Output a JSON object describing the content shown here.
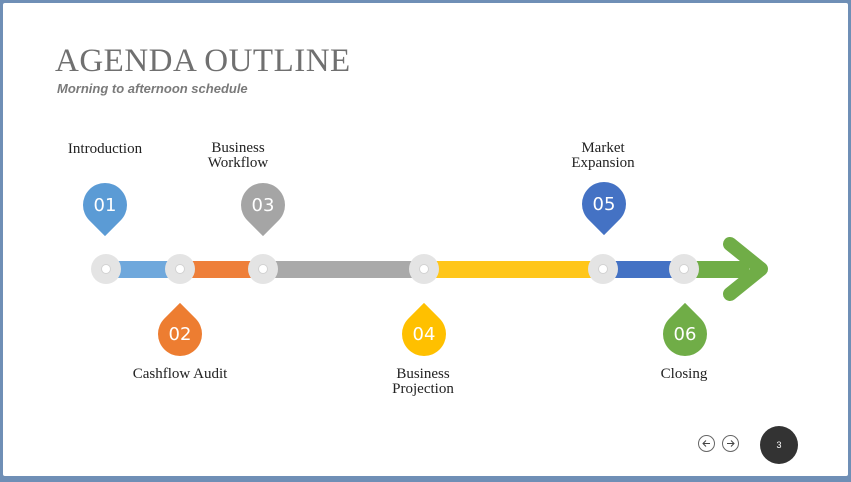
{
  "slide": {
    "title": "AGENDA OUTLINE",
    "subtitle": "Morning to afternoon schedule",
    "page_number": "3"
  },
  "colors": {
    "step1": "#5b9bd5",
    "step2": "#ed7d31",
    "step3": "#a5a5a5",
    "step4": "#ffc000",
    "step5": "#4472c4",
    "step6": "#70ad47"
  },
  "steps": [
    {
      "number": "01",
      "label": "Introduction",
      "color": "#5b9bd5"
    },
    {
      "number": "02",
      "label": "Cashflow Audit",
      "color": "#ed7d31"
    },
    {
      "number": "03",
      "label": "Business Workflow",
      "color": "#a5a5a5"
    },
    {
      "number": "04",
      "label": "Business Projection",
      "color": "#ffc000"
    },
    {
      "number": "05",
      "label": "Market Expansion",
      "color": "#4472c4"
    },
    {
      "number": "06",
      "label": "Closing",
      "color": "#70ad47"
    }
  ],
  "nav": {
    "prev_icon": "arrow-left-circle-icon",
    "next_icon": "arrow-right-circle-icon"
  }
}
